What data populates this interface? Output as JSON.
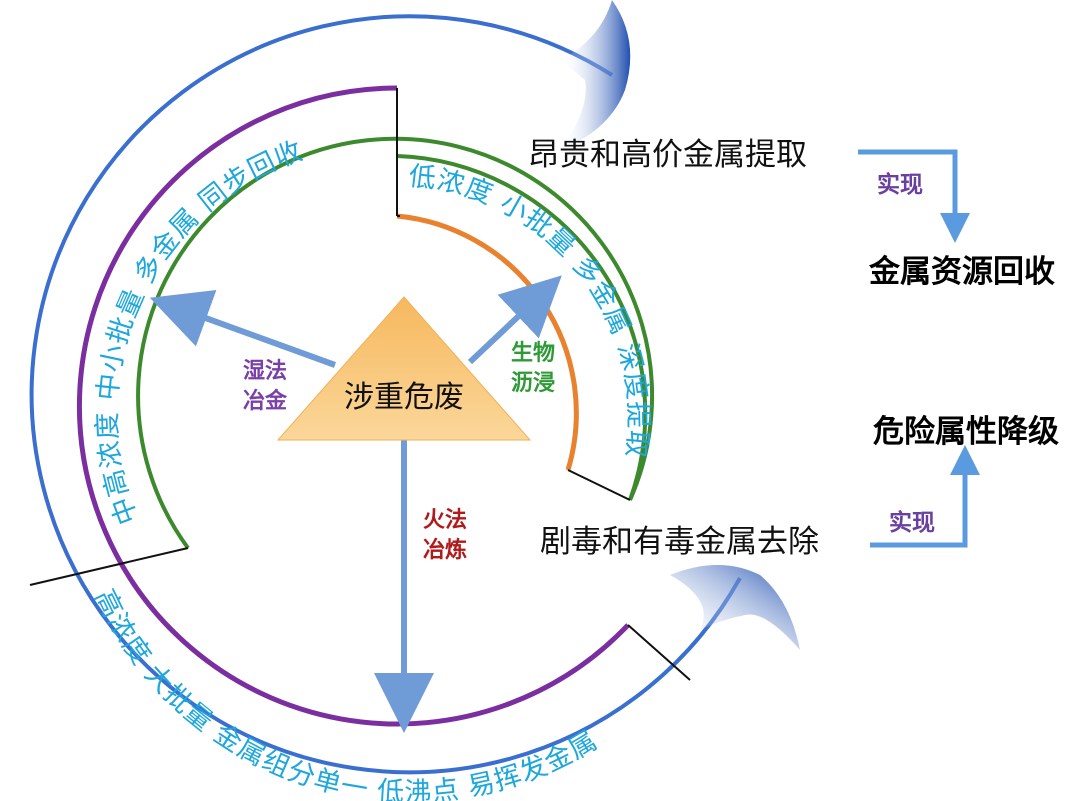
{
  "center": {
    "label": "涉重危废"
  },
  "methods": {
    "wet": {
      "line1": "湿法",
      "line2": "冶金",
      "color": "#7a3fa8"
    },
    "bio": {
      "line1": "生物",
      "line2": "沥浸",
      "color": "#2e9a36"
    },
    "fire": {
      "line1": "火法",
      "line2": "冶炼",
      "color": "#b01a1a"
    }
  },
  "arcs": {
    "wet": "中高浓度 中小批量 多金属 同步回收",
    "bio": "低浓度 小批量 多金属 深度提取",
    "fire": "高浓度 大批量 金属组分单一 低沸点 易挥发金属"
  },
  "goals": {
    "top": "昂贵和高价金属提取",
    "bottom": "剧毒和有毒金属去除"
  },
  "realize": {
    "top": "实现",
    "bottom": "实现"
  },
  "results": {
    "top": "金属资源回收",
    "bottom": "危险属性降级"
  },
  "colors": {
    "outer_ring": "#3a6fd0",
    "purple_ring": "#7a2ea0",
    "green_ring": "#3d8a2e",
    "orange_arc": "#e8822e",
    "arrow": "#6f9bd6",
    "triangle": "#f9c779",
    "arc_text": "#1da7dc"
  }
}
